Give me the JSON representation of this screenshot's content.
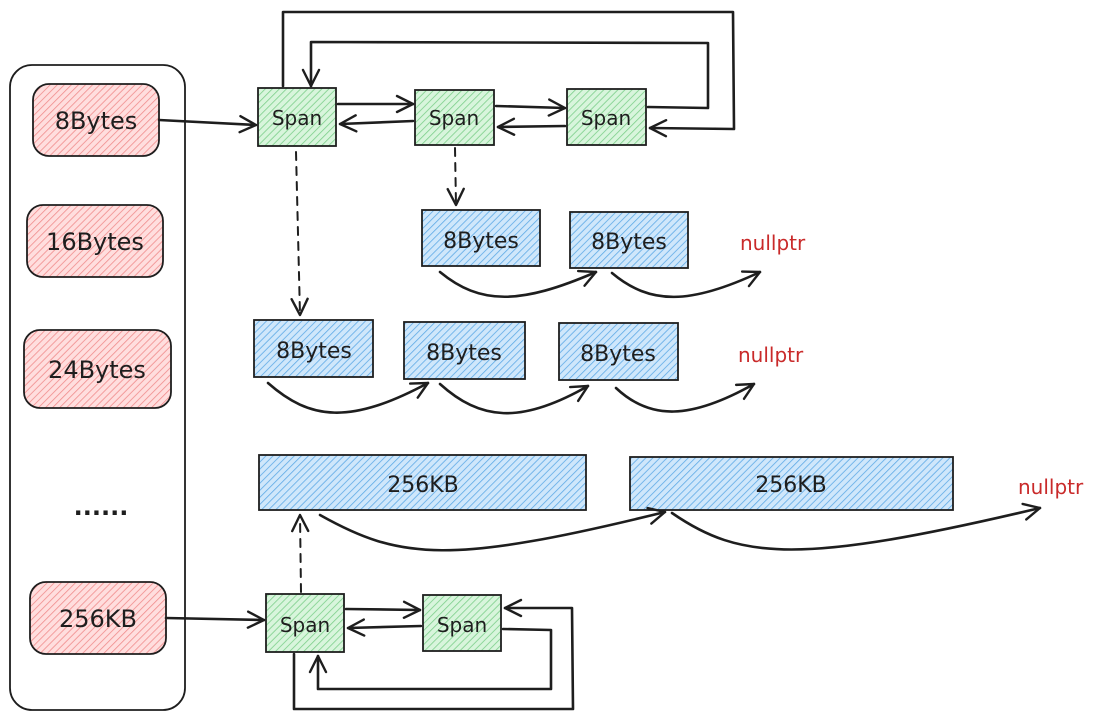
{
  "colors": {
    "size_class_fill": "#ffc9c9",
    "size_class_hatch": "#f08080",
    "span_fill": "#b2f2bb",
    "span_hatch": "#69c97a",
    "object_fill": "#a5d8ff",
    "object_hatch": "#4a9fe0",
    "nullptr": "#c92a2a",
    "stroke": "#1e1e1e"
  },
  "size_classes": [
    {
      "label": "8Bytes"
    },
    {
      "label": "16Bytes"
    },
    {
      "label": "24Bytes"
    },
    {
      "label": "......"
    },
    {
      "label": "256KB"
    }
  ],
  "span_lists": {
    "small": [
      {
        "label": "Span"
      },
      {
        "label": "Span"
      },
      {
        "label": "Span"
      }
    ],
    "large": [
      {
        "label": "Span"
      },
      {
        "label": "Span"
      }
    ]
  },
  "free_lists": {
    "span2_objects": [
      {
        "label": "8Bytes"
      },
      {
        "label": "8Bytes"
      }
    ],
    "span2_terminator": "nullptr",
    "span1_objects": [
      {
        "label": "8Bytes"
      },
      {
        "label": "8Bytes"
      },
      {
        "label": "8Bytes"
      }
    ],
    "span1_terminator": "nullptr",
    "large_objects": [
      {
        "label": "256KB"
      },
      {
        "label": "256KB"
      }
    ],
    "large_terminator": "nullptr"
  }
}
